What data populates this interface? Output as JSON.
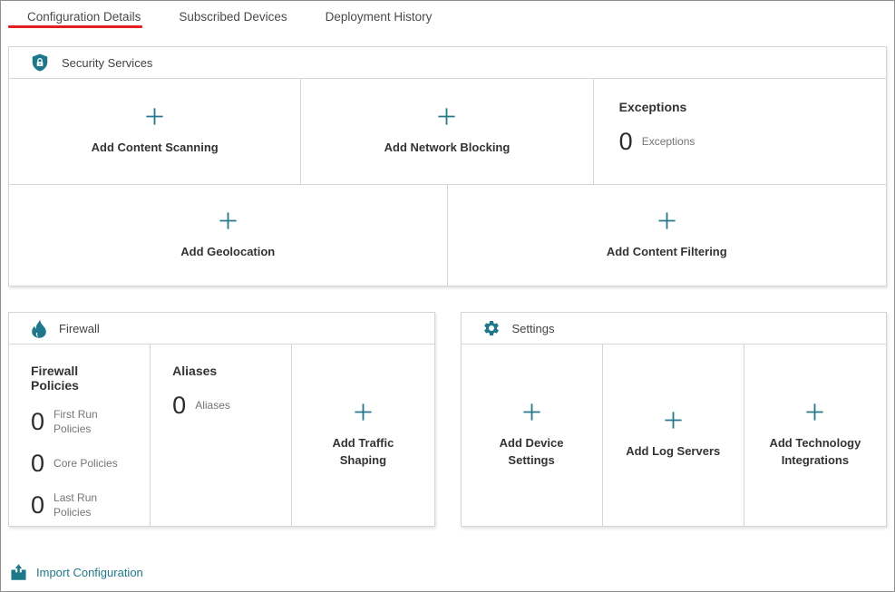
{
  "tabs": {
    "items": [
      {
        "label": "Configuration Details",
        "active": true
      },
      {
        "label": "Subscribed Devices",
        "active": false
      },
      {
        "label": "Deployment History",
        "active": false
      }
    ]
  },
  "colors": {
    "accent_teal": "#1f7889",
    "active_tab_underline": "#e81d1d",
    "panel_border": "#d5d5d5"
  },
  "security": {
    "title": "Security Services",
    "icon": "shield-lock-icon",
    "add_content_scanning": {
      "label": "Add Content Scanning"
    },
    "add_network_blocking": {
      "label": "Add Network Blocking"
    },
    "exceptions_card": {
      "title": "Exceptions",
      "stats": [
        {
          "value": "0",
          "label": "Exceptions"
        }
      ]
    },
    "add_geolocation": {
      "label": "Add Geolocation"
    },
    "add_content_filtering": {
      "label": "Add Content Filtering"
    }
  },
  "firewall": {
    "title": "Firewall",
    "icon": "flame-icon",
    "policies_card": {
      "title": "Firewall Policies",
      "stats": [
        {
          "value": "0",
          "label": "First Run Policies"
        },
        {
          "value": "0",
          "label": "Core Policies"
        },
        {
          "value": "0",
          "label": "Last Run Policies"
        }
      ]
    },
    "aliases_card": {
      "title": "Aliases",
      "stats": [
        {
          "value": "0",
          "label": "Aliases"
        }
      ]
    },
    "add_traffic_shaping": {
      "label": "Add Traffic Shaping"
    }
  },
  "settings": {
    "title": "Settings",
    "icon": "gear-icon",
    "cards": [
      {
        "label": "Add Device Settings"
      },
      {
        "label": "Add Log Servers"
      },
      {
        "label": "Add Technology Integrations"
      }
    ]
  },
  "footer": {
    "import_label": "Import Configuration"
  }
}
